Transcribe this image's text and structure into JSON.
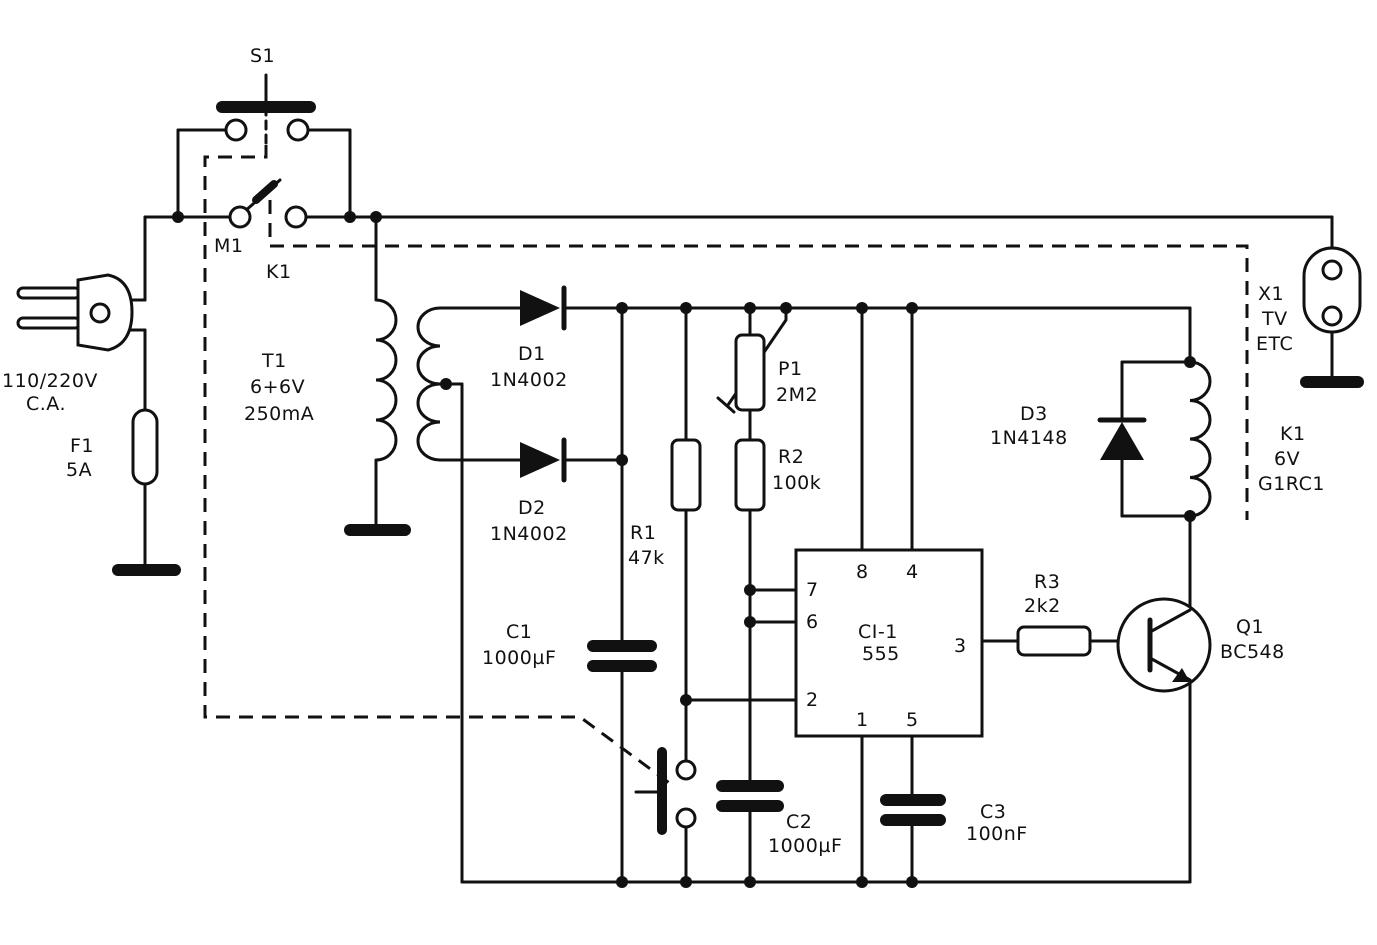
{
  "labels": {
    "s1": "S1",
    "m1": "M1",
    "k1_contact": "K1",
    "mains_voltage": "110/220V",
    "mains_type": "C.A.",
    "f1_name": "F1",
    "f1_value": "5A",
    "t1_name": "T1",
    "t1_voltage": "6+6V",
    "t1_current": "250mA",
    "d1_name": "D1",
    "d1_part": "1N4002",
    "d2_name": "D2",
    "d2_part": "1N4002",
    "p1_name": "P1",
    "p1_value": "2M2",
    "r2_name": "R2",
    "r2_value": "100k",
    "r1_name": "R1",
    "r1_value": "47k",
    "c1_name": "C1",
    "c1_value": "1000µF",
    "c2_name": "C2",
    "c2_value": "1000µF",
    "c3_name": "C3",
    "c3_value": "100nF",
    "ic_name": "CI-1",
    "ic_part": "555",
    "pin8": "8",
    "pin4": "4",
    "pin7": "7",
    "pin6": "6",
    "pin3": "3",
    "pin2": "2",
    "pin1": "1",
    "pin5": "5",
    "r3_name": "R3",
    "r3_value": "2k2",
    "q1_name": "Q1",
    "q1_part": "BC548",
    "d3_name": "D3",
    "d3_part": "1N4148",
    "k1_name": "K1",
    "k1_voltage": "6V",
    "k1_part": "G1RC1",
    "x1_name": "X1",
    "x1_line1": "TV",
    "x1_line2": "ETC"
  }
}
